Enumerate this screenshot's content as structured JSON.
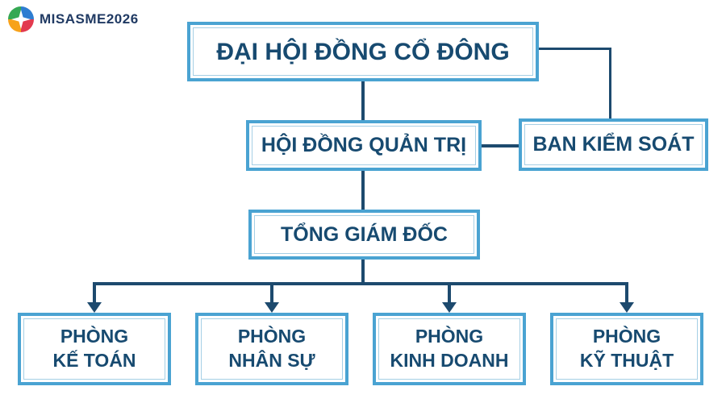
{
  "logo": {
    "text": "MISASME2026",
    "icon": "four-quadrant-compass-star-icon",
    "quadrant_colors": {
      "top_left": "#35a853",
      "top_right": "#2e7dd1",
      "bottom_right": "#e23a4e",
      "bottom_left": "#f7a21b"
    }
  },
  "colors": {
    "box_border": "#4aa3d2",
    "box_inner_border": "#a5cfe5",
    "box_text": "#174a70",
    "connector": "#1d4a6e",
    "background": "#ffffff"
  },
  "org_chart": {
    "type": "organizational-chart",
    "nodes": {
      "shareholders": {
        "label": "ĐẠI HỘI ĐỒNG CỔ ĐÔNG"
      },
      "board": {
        "label": "HỘI ĐỒNG QUẢN TRỊ"
      },
      "supervisory": {
        "label": "BAN KIỂM SOÁT"
      },
      "ceo": {
        "label": "TỔNG GIÁM ĐỐC"
      },
      "accounting": {
        "label": "PHÒNG\nKẾ TOÁN"
      },
      "hr": {
        "label": "PHÒNG\nNHÂN SỰ"
      },
      "sales": {
        "label": "PHÒNG\nKINH DOANH"
      },
      "technical": {
        "label": "PHÒNG\nKỸ THUẬT"
      }
    },
    "edges": [
      "shareholders -> board",
      "shareholders -> supervisory",
      "board -- supervisory",
      "board -> ceo",
      "ceo -> accounting",
      "ceo -> hr",
      "ceo -> sales",
      "ceo -> technical"
    ]
  }
}
